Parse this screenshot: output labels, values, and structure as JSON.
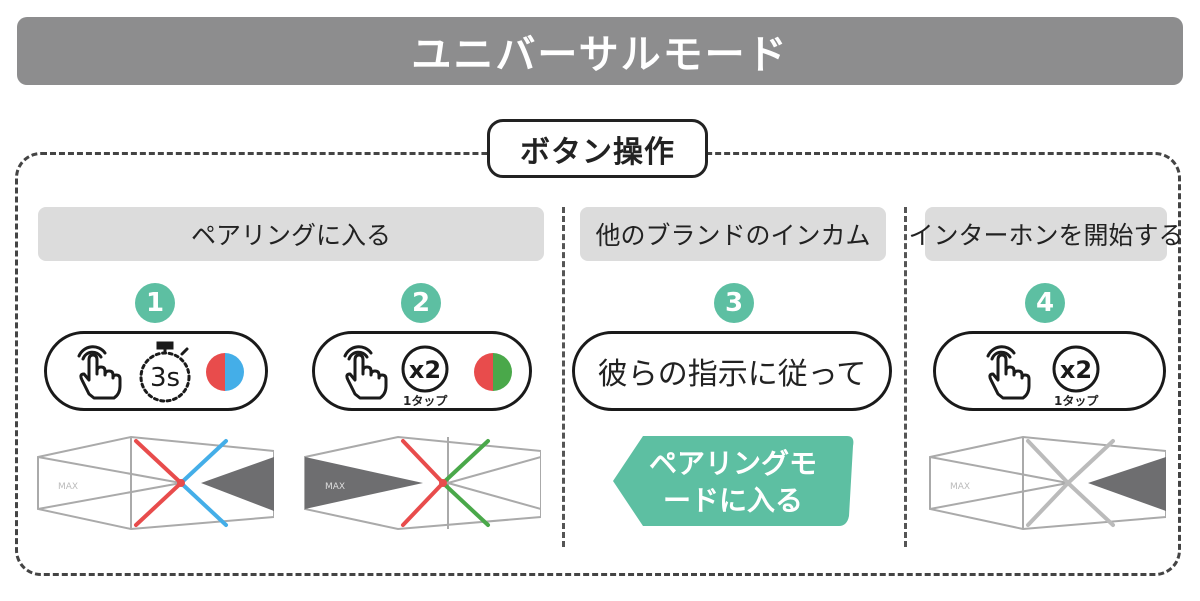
{
  "banner": {
    "title": "ユニバーサルモード"
  },
  "section": {
    "title": "ボタン操作"
  },
  "groups": {
    "pairing": {
      "label": "ペアリングに入る"
    },
    "other_brand": {
      "label": "他のブランドのインカム"
    },
    "intercom": {
      "label": "インターホンを開始する"
    }
  },
  "steps": [
    {
      "number": "1",
      "duration_label": "3s",
      "led_colors": [
        "#e84c4c",
        "#44aee8"
      ]
    },
    {
      "number": "2",
      "count_label": "x2",
      "tap_note": "1タップ",
      "led_colors": [
        "#e84c4c",
        "#4aa84a"
      ]
    },
    {
      "number": "3",
      "instruction": "彼らの指示に従って",
      "result": "ペアリングモ ードに入る",
      "result_lines": [
        "ペアリングモ",
        "ードに入る"
      ]
    },
    {
      "number": "4",
      "count_label": "x2",
      "tap_note": "1タップ"
    }
  ],
  "device": {
    "brand": "MAX"
  },
  "colors": {
    "banner": "#8d8d8e",
    "accent": "#5dbfa2",
    "head_bg": "#dcdcdc",
    "red": "#e84c4c",
    "blue": "#44aee8",
    "green": "#4aa84a"
  }
}
